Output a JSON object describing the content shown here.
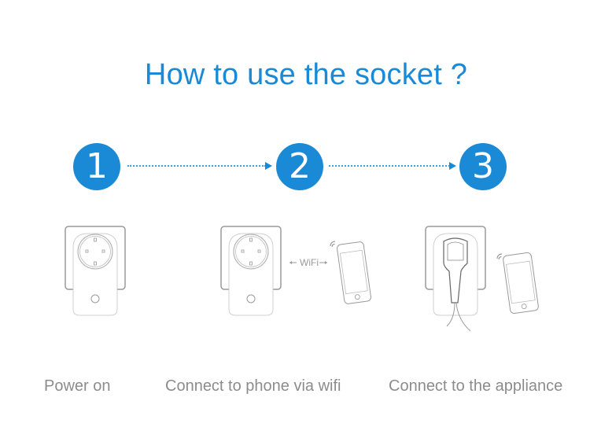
{
  "title": "How to use the socket ?",
  "colors": {
    "accent": "#1a8ad6",
    "label": "#8c8c8c",
    "line": "#999999"
  },
  "steps": [
    {
      "number": "1",
      "label": "Power on",
      "illustration": "socket-plugged-in-wall"
    },
    {
      "number": "2",
      "label": "Connect to phone via wifi",
      "illustration": "socket-wifi-phone",
      "wifi_text": "WiFi"
    },
    {
      "number": "3",
      "label": "Connect to the appliance",
      "illustration": "socket-with-plug-and-phone"
    }
  ]
}
